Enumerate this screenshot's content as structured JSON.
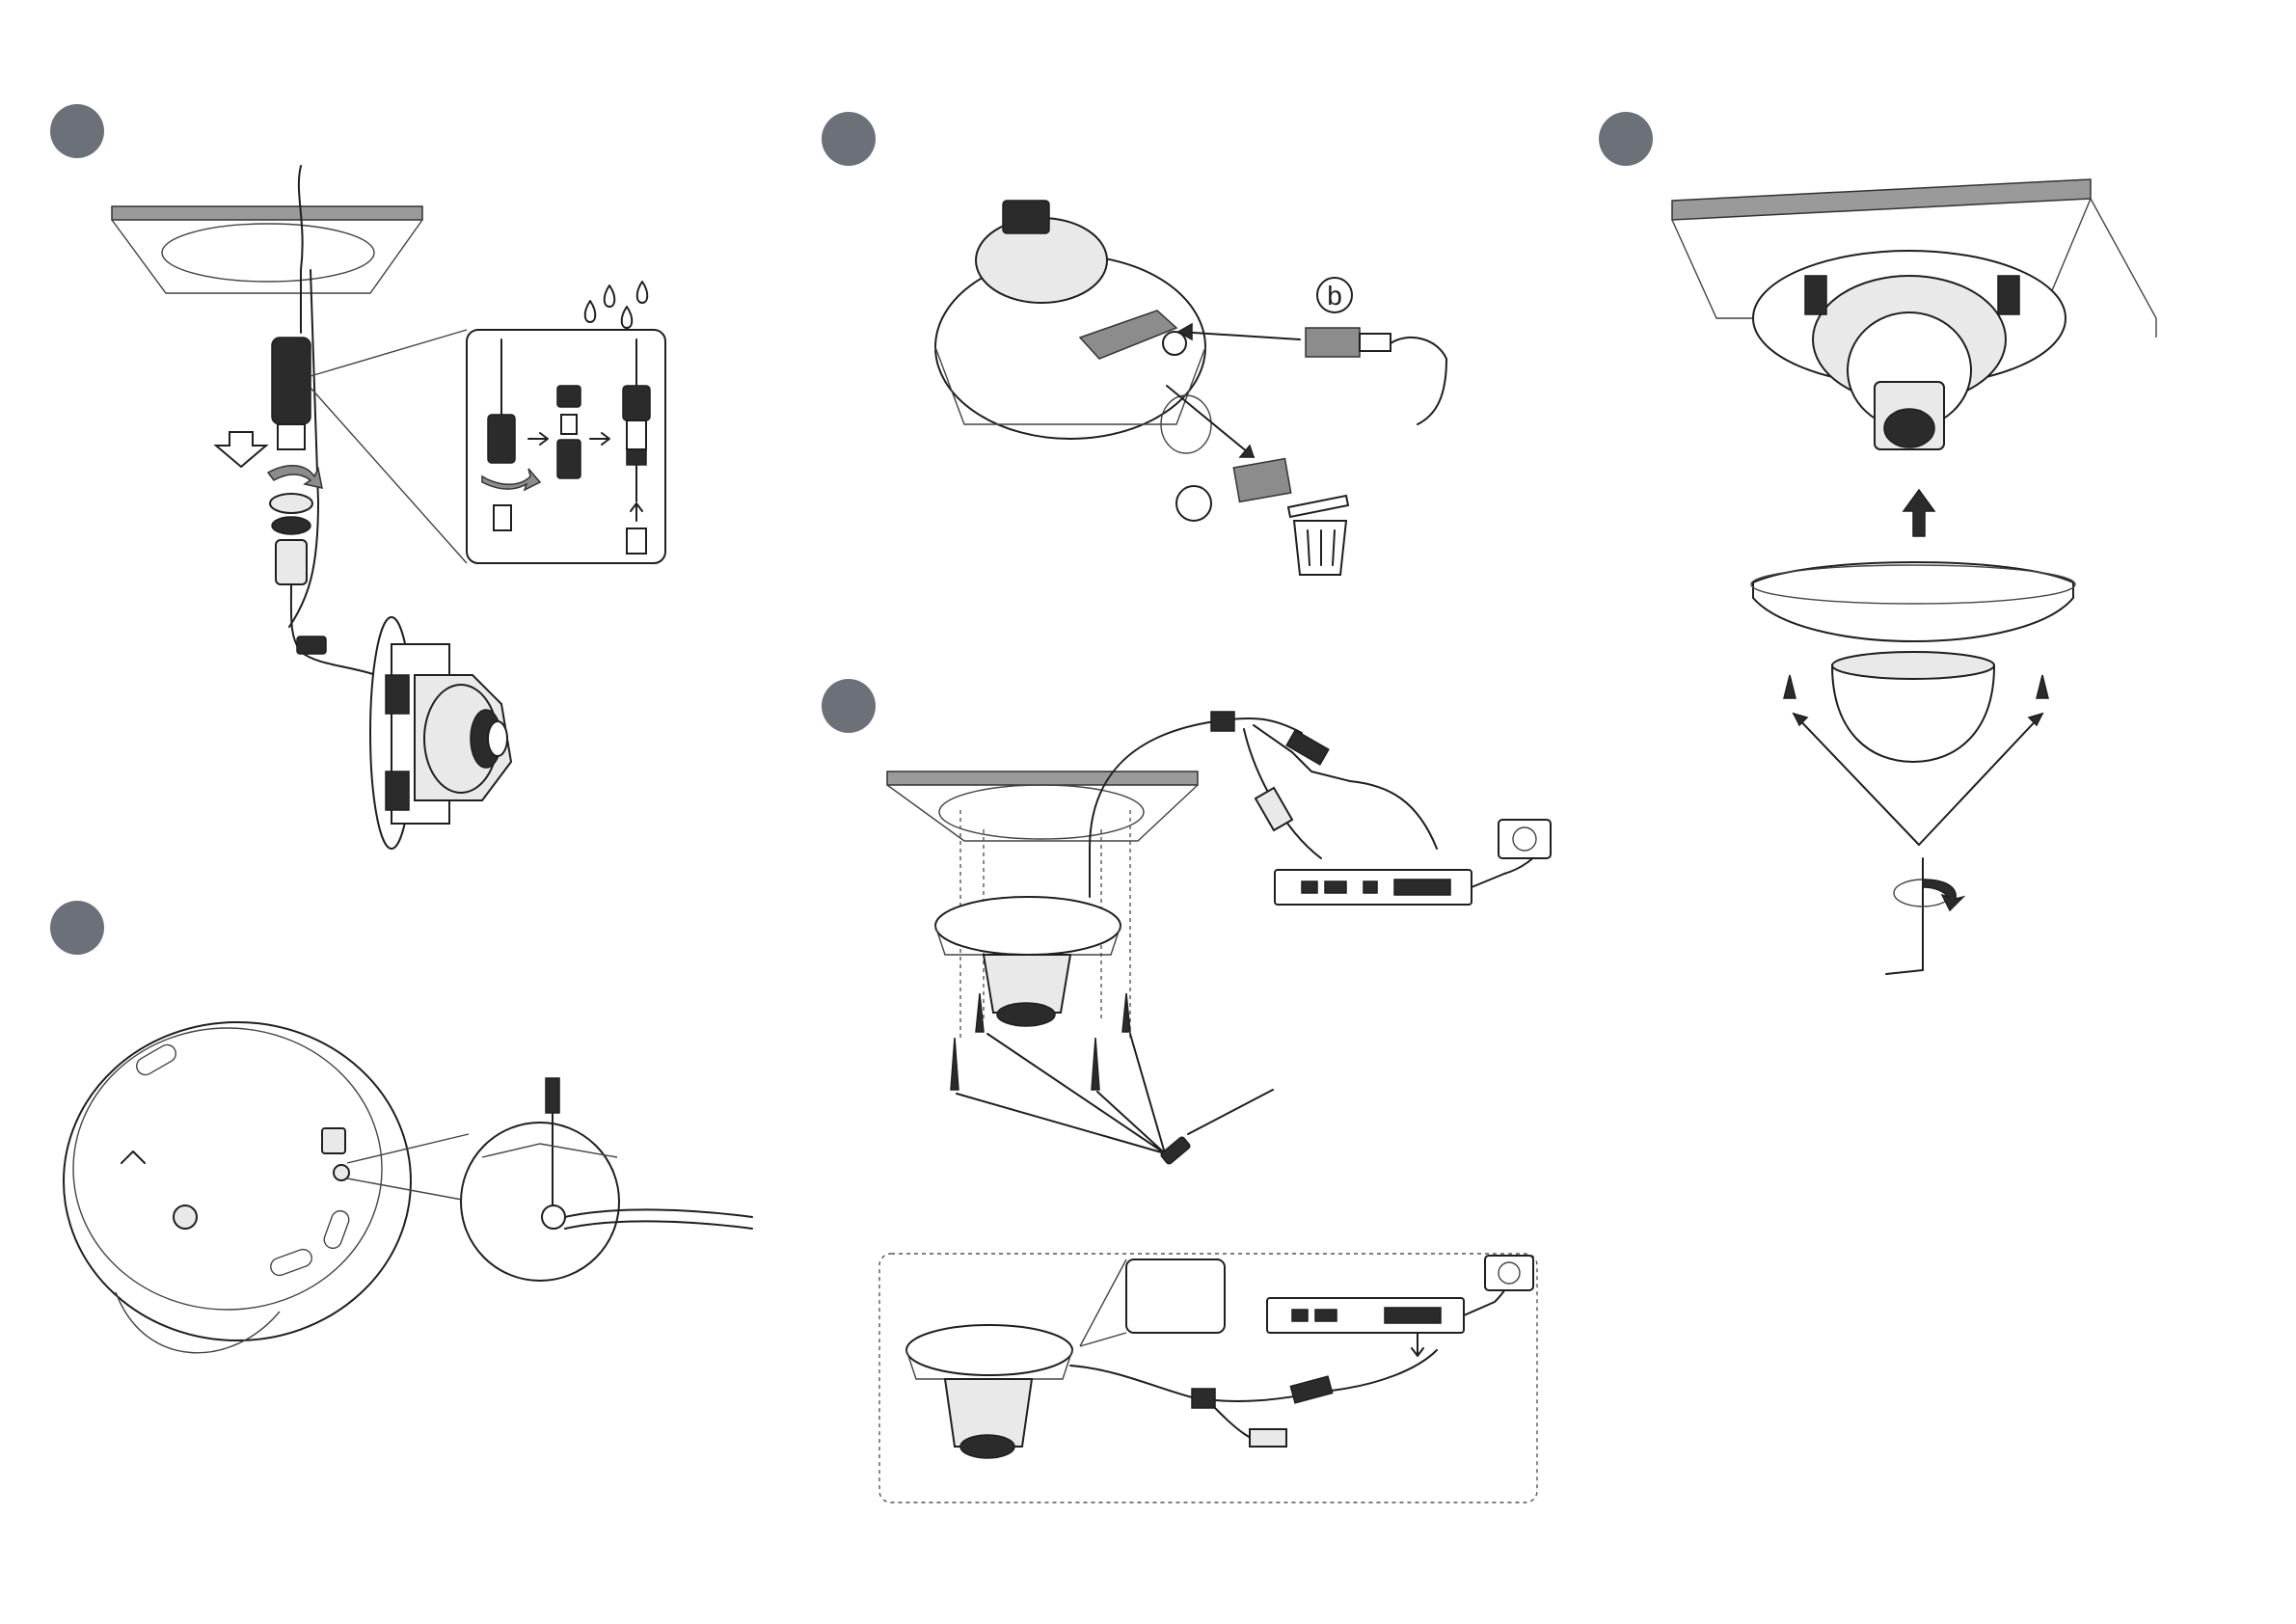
{
  "colors": {
    "step_badge": "#6b7079",
    "line": "#1f1f1f",
    "ceiling": "#9a9a9a",
    "dark_part": "#2b2b2b"
  },
  "steps": [
    {
      "id": "step-1-cable-waterproof",
      "badge": ""
    },
    {
      "id": "step-2-ground-wire",
      "badge": ""
    },
    {
      "id": "step-3-remove-desiccant",
      "badge": ""
    },
    {
      "id": "step-4-mount-and-connect",
      "badge": ""
    },
    {
      "id": "step-5-attach-dome",
      "badge": ""
    }
  ],
  "labels": {
    "desiccant_marker": "b"
  },
  "icons": [
    "water-drops-icon",
    "down-arrow-icon",
    "rotate-arrow-icon",
    "trash-bin-icon",
    "screwdriver-icon",
    "hex-key-icon",
    "power-outlet-icon",
    "up-arrow-icon"
  ]
}
